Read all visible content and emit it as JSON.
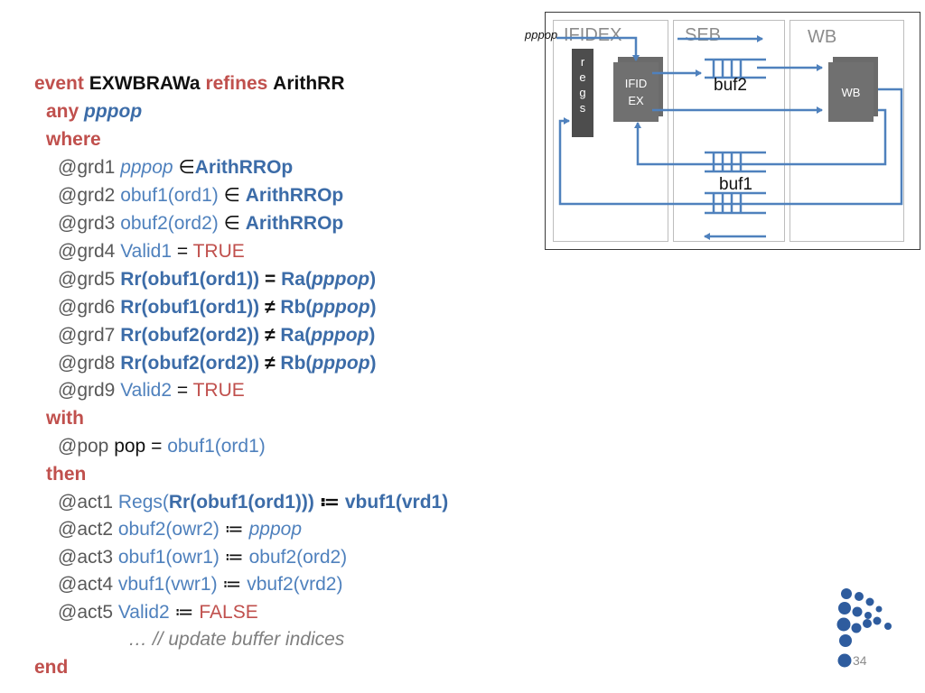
{
  "header": {
    "event_kw": "event",
    "event_name": "EXWBRAWa",
    "refines_kw": "refines",
    "refines_name": "ArithRR"
  },
  "any": {
    "kw": "any",
    "param": "pppop"
  },
  "where_kw": "where",
  "guards": {
    "grd1": {
      "label": "@grd1",
      "lhs": "pppop",
      "op": "∈",
      "rhs": "ArithRROp"
    },
    "grd2": {
      "label": "@grd2",
      "lhs": "obuf1(ord1)",
      "op": "∈",
      "rhs": "ArithRROp"
    },
    "grd3": {
      "label": "@grd3",
      "lhs": "obuf2(ord2)",
      "op": "∈",
      "rhs": "ArithRROp"
    },
    "grd4": {
      "label": "@grd4",
      "lhs": "Valid1",
      "op": "=",
      "rhs": "TRUE"
    },
    "grd5": {
      "label": "@grd5",
      "lhs": "Rr(obuf1(ord1))",
      "op": "=",
      "fn": "Ra(",
      "arg": "pppop",
      "close": ")"
    },
    "grd6": {
      "label": "@grd6",
      "lhs": "Rr(obuf1(ord1))",
      "op": "≠",
      "fn": "Rb(",
      "arg": "pppop",
      "close": ")"
    },
    "grd7": {
      "label": "@grd7",
      "lhs": "Rr(obuf2(ord2))",
      "op": "≠",
      "fn": "Ra(",
      "arg": "pppop",
      "close": ")"
    },
    "grd8": {
      "label": "@grd8",
      "lhs": "Rr(obuf2(ord2))",
      "op": "≠",
      "fn": "Rb(",
      "arg": "pppop",
      "close": ")"
    },
    "grd9": {
      "label": "@grd9",
      "lhs": "Valid2",
      "op": "=",
      "rhs": "TRUE"
    }
  },
  "with": {
    "kw": "with",
    "label": "@pop",
    "name": "pop",
    "op": "=",
    "rhs": "obuf1(ord1)"
  },
  "then_kw": "then",
  "actions": {
    "act1": {
      "label": "@act1",
      "pre": "Regs(",
      "inner": "Rr(obuf1(ord1)))",
      "op": "≔",
      "rhs": "vbuf1(vrd1)"
    },
    "act2": {
      "label": "@act2",
      "lhs": "obuf2(owr2)",
      "op": "≔",
      "rhs": "pppop"
    },
    "act3": {
      "label": "@act3",
      "lhs": "obuf1(owr1)",
      "op": "≔",
      "rhs": "obuf2(ord2)"
    },
    "act4": {
      "label": "@act4",
      "lhs": "vbuf1(vwr1)",
      "op": "≔",
      "rhs": "vbuf2(vrd2)"
    },
    "act5": {
      "label": "@act5",
      "lhs": "Valid2",
      "op": "≔",
      "rhs": "FALSE"
    },
    "comment": "… // update buffer indices"
  },
  "end_kw": "end",
  "diagram": {
    "pppop_tag": "pppop",
    "stage1_title": "IFIDEX",
    "stage2_title": "SEB",
    "stage3_title": "WB",
    "regs_letters": [
      "r",
      "e",
      "g",
      "s"
    ],
    "ifid_line1": "IFID",
    "ifid_line2": "EX",
    "wb_card": "WB",
    "buf2_label": "buf2",
    "buf1_label": "buf1",
    "arrow_color": "#4f81bd"
  },
  "page_number": "34"
}
